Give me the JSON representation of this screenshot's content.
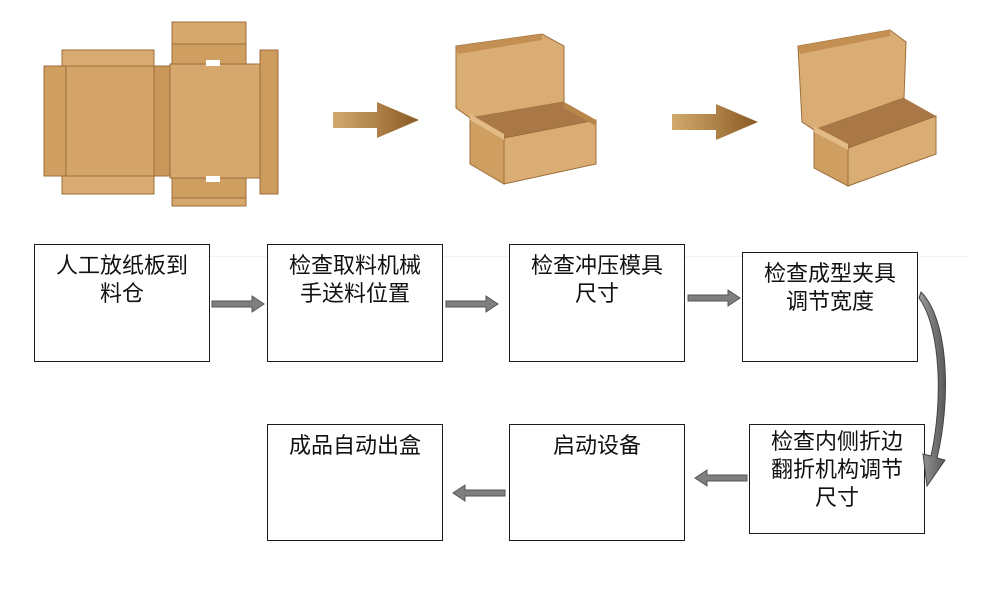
{
  "colors": {
    "cardboard": "#c9975a",
    "cardboard_light": "#dcb07a",
    "cardboard_dark": "#9c6e3a",
    "arrow_brown_start": "#c9a064",
    "arrow_brown_end": "#8a5a22",
    "flow_arrow": "#7f7f7f",
    "box_border": "#1a1a1a"
  },
  "illustrations": [
    {
      "name": "flat-box-blank",
      "icon": "unfolded-cardboard-blank"
    },
    {
      "name": "open-box-large",
      "icon": "open-cardboard-box"
    },
    {
      "name": "open-box-small",
      "icon": "open-cardboard-box"
    }
  ],
  "steps": [
    {
      "lines": [
        "人工放纸板到",
        "料仓"
      ]
    },
    {
      "lines": [
        "检查取料机械",
        "手送料位置"
      ]
    },
    {
      "lines": [
        "检查冲压模具",
        "尺寸"
      ]
    },
    {
      "lines": [
        "检查成型夹具",
        "调节宽度"
      ]
    },
    {
      "lines": [
        "检查内侧折边",
        "翻折机构调节",
        "尺寸"
      ]
    },
    {
      "lines": [
        "启动设备"
      ]
    },
    {
      "lines": [
        "成品自动出盒"
      ]
    }
  ]
}
